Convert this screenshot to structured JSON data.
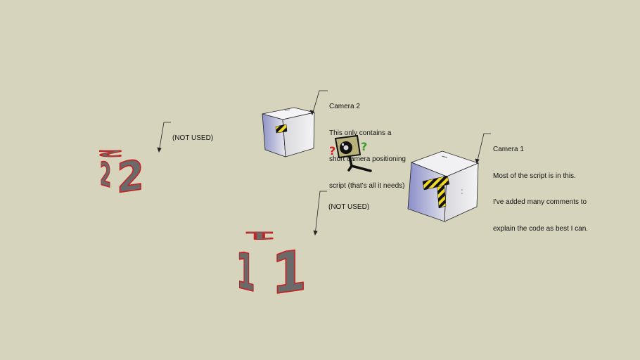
{
  "background_color": "#d6d4bd",
  "labels": {
    "camera1": {
      "lines": [
        "Camera 1",
        "Most of the script is in this.",
        "I've added many comments to",
        "explain the code as best I can."
      ]
    },
    "camera2": {
      "lines": [
        "Camera 2",
        "This only contains a",
        "short camera positioning",
        "script (that's all it needs)"
      ]
    },
    "not_used_top": {
      "text": "(NOT USED)"
    },
    "not_used_bottom": {
      "text": "(NOT USED)"
    }
  },
  "cube_two": {
    "face_digit": "2",
    "top_digit": "2",
    "side_digit": "2"
  },
  "cube_one": {
    "face_digit": "1",
    "top_digit": "1",
    "side_digit": "1"
  },
  "camera_icon": {
    "left_mark": "?",
    "right_mark": "?",
    "left_mark_color": "#cc2222",
    "right_mark_color": "#3a9a2a"
  },
  "colors": {
    "hazard_yellow": "#f2d81e",
    "hazard_black": "#111111",
    "digit_fill": "#6a6a6a",
    "digit_outline": "#c42424"
  }
}
